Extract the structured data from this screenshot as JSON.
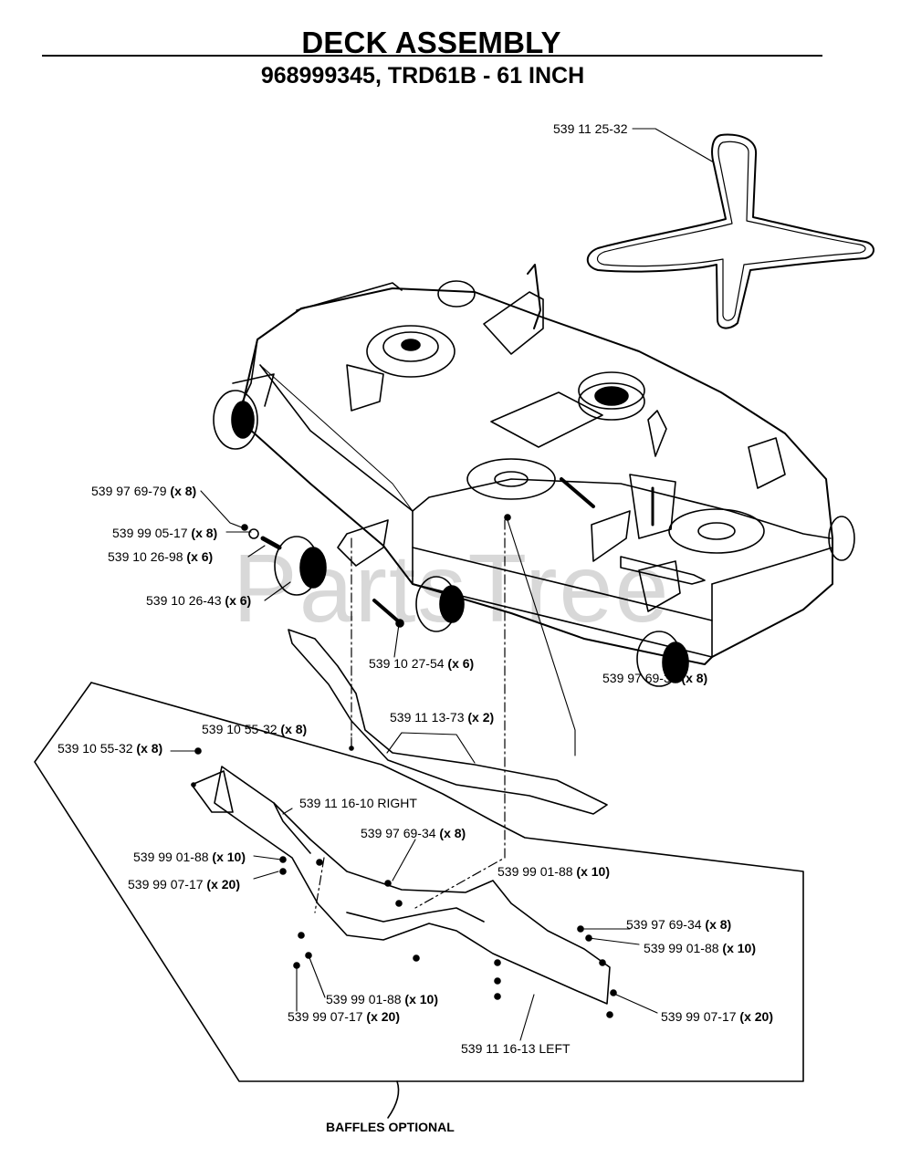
{
  "header": {
    "title": "DECK ASSEMBLY",
    "subtitle": "968999345, TRD61B - 61 INCH"
  },
  "watermark": "PartsTree",
  "labels": [
    {
      "id": "belt",
      "part": "539 11 25-32",
      "qty": ""
    },
    {
      "id": "hw1",
      "part": "539 97 69-79",
      "qty": "(x 8)"
    },
    {
      "id": "hw2",
      "part": "539 99 05-17",
      "qty": "(x 8)"
    },
    {
      "id": "hw3",
      "part": "539 10 26-98",
      "qty": "(x 6)"
    },
    {
      "id": "wheel",
      "part": "539 10 26-43",
      "qty": "(x 6)"
    },
    {
      "id": "bolt",
      "part": "539 10 27-54",
      "qty": "(x 6)"
    },
    {
      "id": "nut-deck",
      "part": "539 97 69-34",
      "qty": "(x 8)"
    },
    {
      "id": "spacer",
      "part": "539 11 13-73",
      "qty": "(x 2)"
    },
    {
      "id": "screw-a",
      "part": "539 10 55-32",
      "qty": "(x 8)"
    },
    {
      "id": "screw-b",
      "part": "539 10 55-32",
      "qty": "(x 8)"
    },
    {
      "id": "baffle-right",
      "part": "539 11 16-10 RIGHT",
      "qty": ""
    },
    {
      "id": "nut-b1",
      "part": "539 97 69-34",
      "qty": "(x 8)"
    },
    {
      "id": "washer-l1",
      "part": "539 99 01-88",
      "qty": "(x 10)"
    },
    {
      "id": "washer-c",
      "part": "539 99 01-88",
      "qty": "(x 10)"
    },
    {
      "id": "lock-l1",
      "part": "539 99 07-17",
      "qty": "(x 20)"
    },
    {
      "id": "nut-r",
      "part": "539 97 69-34",
      "qty": "(x 8)"
    },
    {
      "id": "washer-r",
      "part": "539 99 01-88",
      "qty": "(x 10)"
    },
    {
      "id": "washer-bot",
      "part": "539 99 01-88",
      "qty": "(x 10)"
    },
    {
      "id": "lock-bot",
      "part": "539 99 07-17",
      "qty": "(x 20)"
    },
    {
      "id": "lock-r",
      "part": "539 99 07-17",
      "qty": "(x 20)"
    },
    {
      "id": "baffle-left",
      "part": "539 11 16-13 LEFT",
      "qty": ""
    }
  ],
  "footer": "BAFFLES OPTIONAL"
}
